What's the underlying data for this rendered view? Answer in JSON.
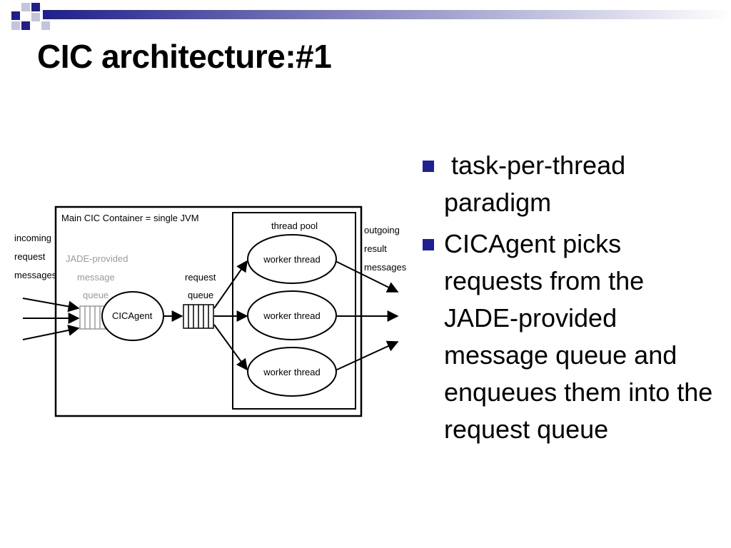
{
  "slide": {
    "title": "CIC architecture:#1",
    "bullets": [
      " task-per-thread paradigm",
      "CICAgent picks requests from the JADE-provided message queue and enqueues them into the request queue"
    ]
  },
  "diagram": {
    "container_label": "Main CIC Container = single JVM",
    "thread_pool_label": "thread pool",
    "incoming_label": [
      "incoming",
      "request",
      "messages"
    ],
    "jade_queue_label": [
      "JADE-provided",
      "message",
      "queue"
    ],
    "agent_label": "CICAgent",
    "request_queue_label": [
      "request",
      "queue"
    ],
    "worker_labels": [
      "worker thread",
      "worker thread",
      "worker thread"
    ],
    "outgoing_label": [
      "outgoing",
      "result",
      "messages"
    ]
  },
  "colors": {
    "accent_navy": "#1f1f8f",
    "gradient_end": "#ffffff",
    "queue_gray": "#9a9a9a"
  }
}
